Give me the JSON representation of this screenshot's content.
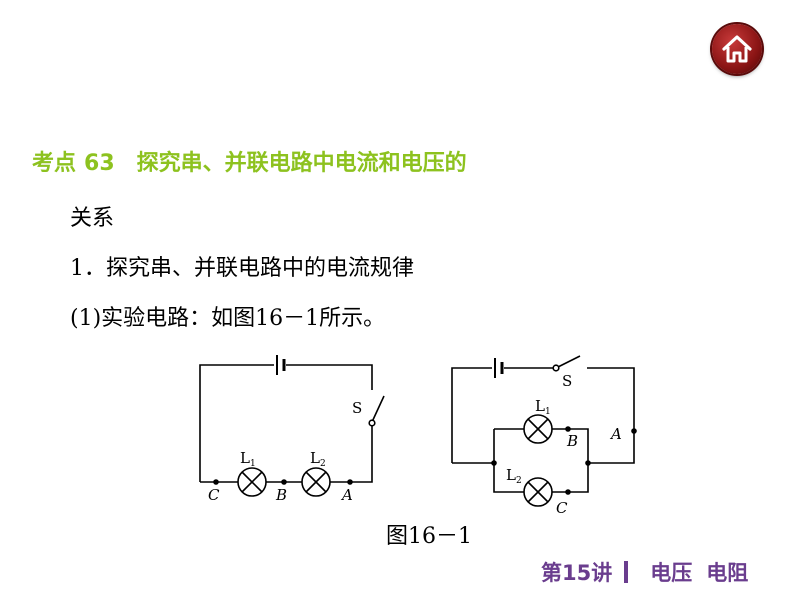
{
  "heading": {
    "label": "考点",
    "number": "63",
    "title": "探究串、并联电路中电流和电压的"
  },
  "lines": [
    "关系",
    "1．探究串、并联电路中的电流规律",
    "(1)实验电路：如图16－1所示。"
  ],
  "diagram": {
    "series": {
      "switch": "S",
      "lamp1": "L",
      "lamp1_sub": "1",
      "lamp2": "L",
      "lamp2_sub": "2",
      "point_c": "C",
      "point_b": "B",
      "point_a": "A"
    },
    "parallel": {
      "switch": "S",
      "lamp1": "L",
      "lamp1_sub": "1",
      "lamp2": "L",
      "lamp2_sub": "2",
      "point_a": "A",
      "point_b": "B",
      "point_c": "C"
    }
  },
  "caption": "图16－1",
  "footer": {
    "lecture": "第15讲",
    "topic1": "电压",
    "topic2": "电阻"
  },
  "colors": {
    "heading": "#8dc21f",
    "footer": "#6a3d8e",
    "home": "#8a1414"
  },
  "icons": {
    "home": "home-icon"
  }
}
